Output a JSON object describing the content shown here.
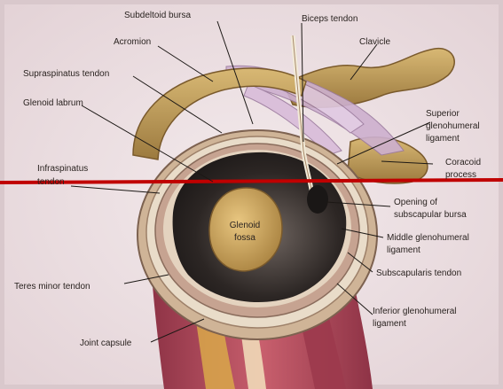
{
  "labels": {
    "subdeltoid_bursa": "Subdeltoid bursa",
    "biceps_tendon": "Biceps tendon",
    "acromion": "Acromion",
    "clavicle": "Clavicle",
    "supraspinatus_tendon": "Supraspinatus tendon",
    "glenoid_labrum": "Glenoid labrum",
    "superior_ghl": [
      "Superior",
      "glenohumeral",
      "ligament"
    ],
    "coracoid_process": [
      "Coracoid",
      "process"
    ],
    "infraspinatus_tendon": [
      "Infraspinatus",
      "tendon"
    ],
    "opening_subscapular": [
      "Opening of",
      "subscapular bursa"
    ],
    "glenoid_fossa": [
      "Glenoid",
      "fossa"
    ],
    "middle_ghl": [
      "Middle glenohumeral",
      "ligament"
    ],
    "subscapularis_tendon": "Subscapularis tendon",
    "teres_minor_tendon": "Teres minor tendon",
    "inferior_ghl": [
      "Inferior glenohumeral",
      "ligament"
    ],
    "joint_capsule": "Joint capsule"
  },
  "colors": {
    "background": "#efe4e6",
    "bone": "#c9a35f",
    "bone_dark": "#8a6a36",
    "capsule": "#e8dccb",
    "labrum": "#b88b73",
    "cavity": "#2f2a28",
    "fossa": "#d9b36a",
    "muscle": "#b24d5e",
    "ligament": "#c8a6c9",
    "overlay_line": "#c00000"
  }
}
